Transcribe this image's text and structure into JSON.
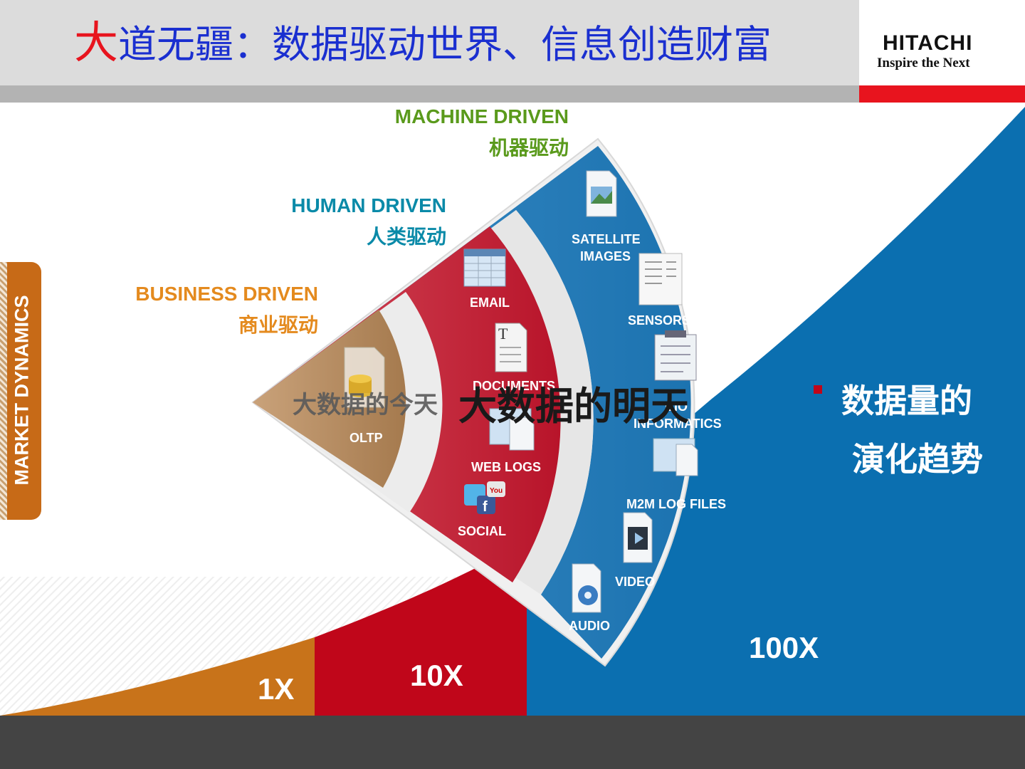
{
  "header": {
    "title_first_char": "大",
    "title_rest": "道无疆：数据驱动世界、信息创造财富",
    "logo_brand": "HITACHI",
    "logo_tagline": "Inspire the Next"
  },
  "side_tab": {
    "label": "MARKET DYNAMICS"
  },
  "categories": {
    "machine": {
      "en": "MACHINE DRIVEN",
      "zh": "机器驱动"
    },
    "human": {
      "en": "HUMAN DRIVEN",
      "zh": "人类驱动"
    },
    "business": {
      "en": "BUSINESS DRIVEN",
      "zh": "商业驱动"
    }
  },
  "items": {
    "oltp": "OLTP",
    "email": "EMAIL",
    "documents": "DOCUMENTS",
    "web_logs": "WEB LOGS",
    "social": "SOCIAL",
    "satellite_1": "SATELLITE",
    "satellite_2": "IMAGES",
    "sensors": "SENSORS",
    "bio_1": "BIO",
    "bio_2": "INFORMATICS",
    "m2m": "M2M LOG FILES",
    "video": "VIDEO",
    "audio": "AUDIO"
  },
  "overlay": {
    "today": "大数据的今天",
    "tomorrow": "大数据的明天"
  },
  "multipliers": {
    "one": "1X",
    "ten": "10X",
    "hundred": "100X"
  },
  "bullet": {
    "line1": "数据量的",
    "line2": "演化趋势"
  },
  "colors": {
    "orange": "#c8731a",
    "red": "#c0061a",
    "blue": "#0b6fb0",
    "green": "#5a9a1c",
    "teal": "#0a8aa8",
    "title_blue": "#1a2fd0",
    "title_red": "#e8141e"
  },
  "icons": [
    "image-file-icon",
    "sensor-panel-icon",
    "clipboard-icon",
    "folder-files-icon",
    "video-file-icon",
    "audio-file-icon",
    "spreadsheet-icon",
    "text-document-icon",
    "folder-icon",
    "social-media-icon",
    "database-coins-icon"
  ]
}
